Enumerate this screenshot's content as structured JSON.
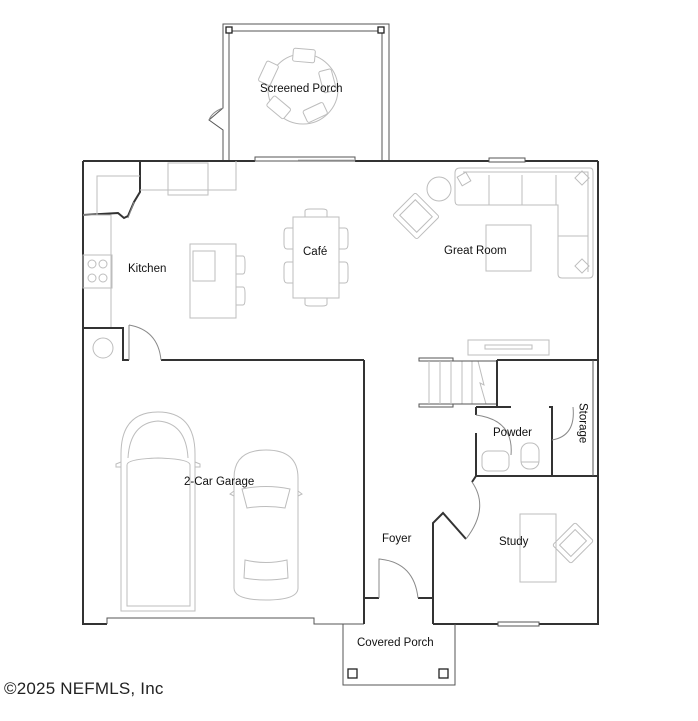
{
  "floorplan": {
    "rooms": [
      {
        "id": "screened-porch",
        "label": "Screened Porch"
      },
      {
        "id": "kitchen",
        "label": "Kitchen"
      },
      {
        "id": "cafe",
        "label": "Café"
      },
      {
        "id": "great-room",
        "label": "Great Room"
      },
      {
        "id": "storage",
        "label": "Storage"
      },
      {
        "id": "powder",
        "label": "Powder"
      },
      {
        "id": "garage",
        "label": "2-Car Garage"
      },
      {
        "id": "foyer",
        "label": "Foyer"
      },
      {
        "id": "study",
        "label": "Study"
      },
      {
        "id": "covered-porch",
        "label": "Covered Porch"
      }
    ],
    "colors": {
      "wall": "#333333",
      "furniture": "#bdbdbd",
      "background": "#ffffff",
      "text": "#111111"
    }
  },
  "footer": {
    "copyright": "©2025 NEFMLS, Inc"
  }
}
